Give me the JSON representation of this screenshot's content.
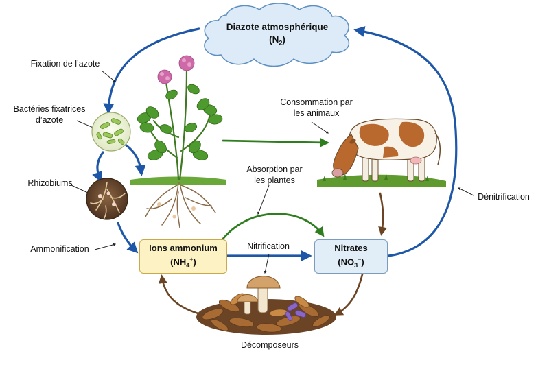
{
  "nodes": {
    "atmosphere": {
      "title": "Diazote atmosphérique",
      "formula_base": "(N",
      "formula_sub": "2",
      "formula_end": ")"
    },
    "ammonium": {
      "title": "Ions ammonium",
      "formula_base": "(NH",
      "formula_sub": "4",
      "formula_sup": "+",
      "formula_end": ")"
    },
    "nitrates": {
      "title": "Nitrates",
      "formula_base": "(NO",
      "formula_sub": "3",
      "formula_sup": "−",
      "formula_end": ")"
    }
  },
  "labels": {
    "fixation": "Fixation de l’azote",
    "bacteria_line1": "Bactéries fixatrices",
    "bacteria_line2": "d’azote",
    "rhizobiums": "Rhizobiums",
    "ammonification": "Ammonification",
    "consumption_line1": "Consommation par",
    "consumption_line2": "les animaux",
    "absorption_line1": "Absorption par",
    "absorption_line2": "les plantes",
    "nitrification": "Nitrification",
    "denitrification": "Dénitrification",
    "decomposers": "Décomposeurs"
  },
  "colors": {
    "blue_arrow": "#1f57a8",
    "green_arrow": "#2e7d1f",
    "brown_arrow": "#6b4424",
    "cloud_fill": "#dcebf7",
    "ammonium_fill": "#fcf2c4",
    "nitrates_fill": "#e1eef8"
  }
}
